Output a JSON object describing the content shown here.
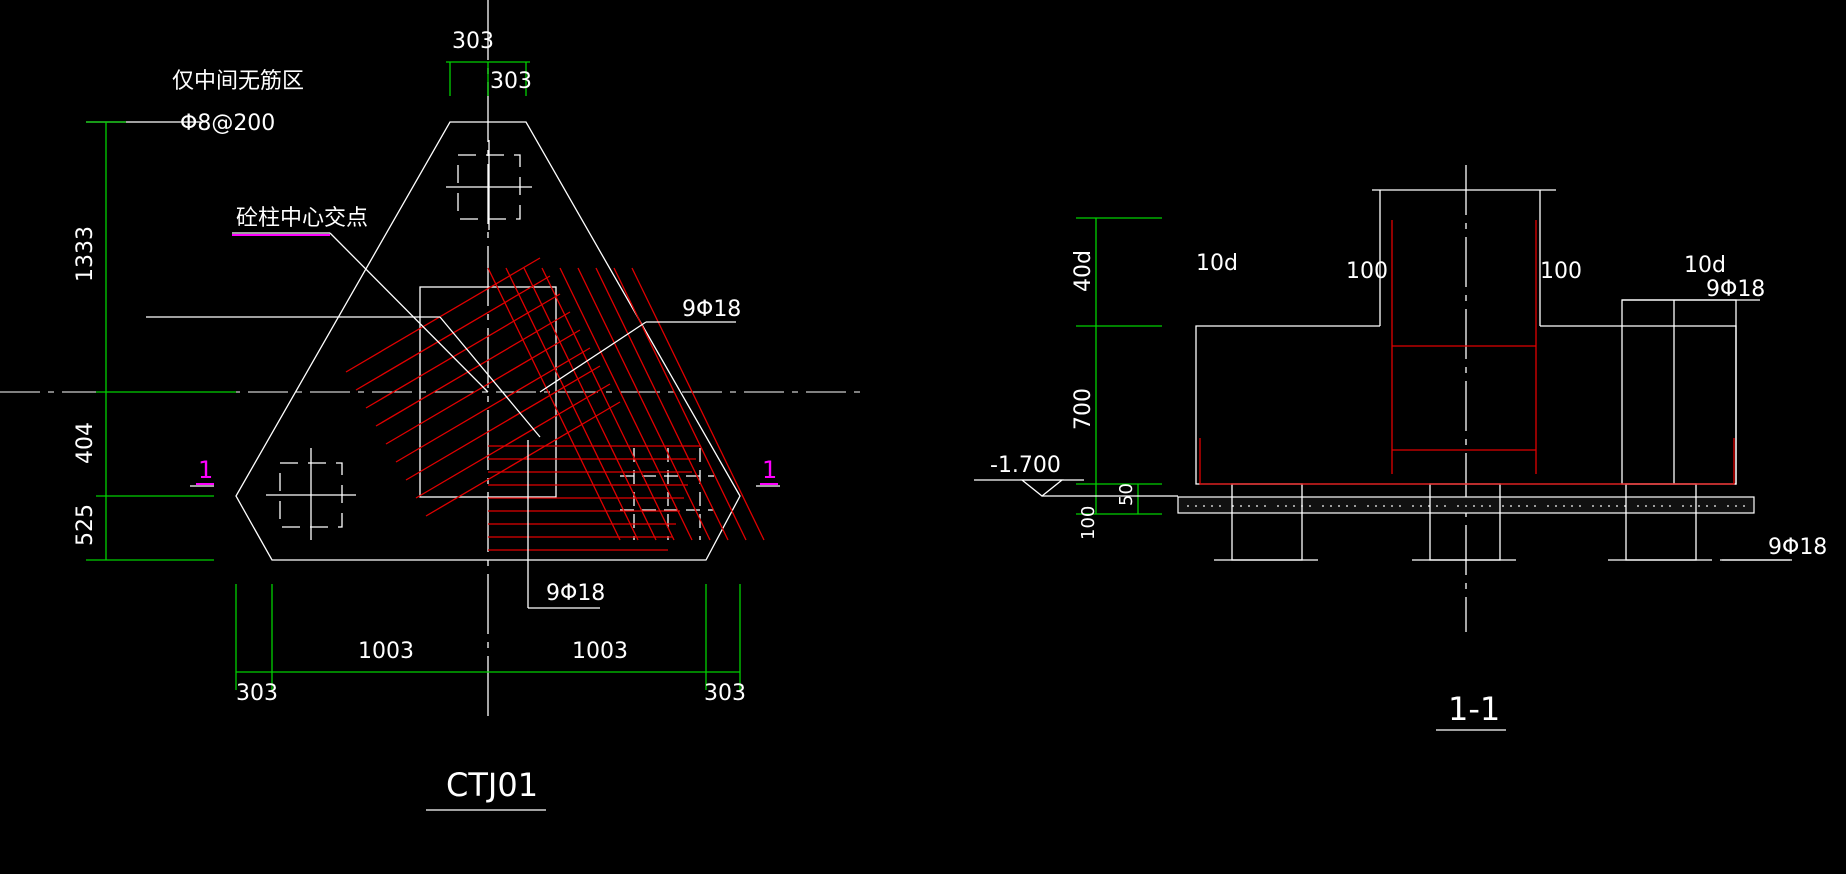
{
  "plan": {
    "note_line1": "仅中间无筋区",
    "note_line2": "Φ8@200",
    "center_note": "砼柱中心交点",
    "dim_top_a": "303",
    "dim_top_b": "303",
    "dim_left_1": "1333",
    "dim_left_2": "404",
    "dim_left_3": "525",
    "dim_bottom_1": "1003",
    "dim_bottom_2": "1003",
    "dim_bottom_3": "303",
    "dim_bottom_4": "303",
    "rebar_upper": "9Φ18",
    "rebar_lower": "9Φ18",
    "section_mark_left": "1",
    "section_mark_right": "1",
    "title": "CTJ01"
  },
  "section": {
    "dim_40d": "40d",
    "dim_700": "700",
    "dim_50": "50",
    "dim_100": "100",
    "elevation": "-1.700",
    "label_10d_left": "10d",
    "label_100_left": "100",
    "label_100_right": "100",
    "label_10d_right": "10d",
    "rebar_top": "9Φ18",
    "rebar_bottom": "9Φ18",
    "title": "1-1"
  },
  "colors": {
    "background": "#000000",
    "line": "#ffffff",
    "dimension": "#00d000",
    "rebar": "#e00000",
    "section_mark": "#ff00ff"
  }
}
